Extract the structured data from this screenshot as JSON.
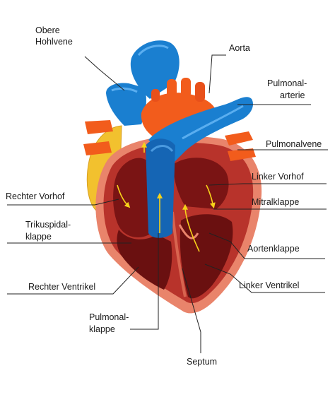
{
  "labels": {
    "obere_hohlvene_1": "Obere",
    "obere_hohlvene_2": "Hohlvene",
    "aorta": "Aorta",
    "pulmonalarterie_1": "Pulmonal-",
    "pulmonalarterie_2": "arterie",
    "pulmonalvene": "Pulmonalvene",
    "linker_vorhof": "Linker Vorhof",
    "mitralklappe": "Mitralklappe",
    "aortenklappe": "Aortenklappe",
    "linker_ventrikel": "Linker Ventrikel",
    "septum": "Septum",
    "pulmonalklappe_1": "Pulmonal-",
    "pulmonalklappe_2": "klappe",
    "rechter_ventrikel": "Rechter Ventrikel",
    "trikuspidalklappe_1": "Trikuspidal-",
    "trikuspidalklappe_2": "klappe",
    "rechter_vorhof": "Rechter Vorhof"
  },
  "colors": {
    "vein_blue": "#1a7fd0",
    "vein_blue_dark": "#0f5ea8",
    "artery_orange": "#f25c1c",
    "artery_red": "#e23a1a",
    "fat_yellow": "#f2c12e",
    "heart_outer": "#e9846b",
    "heart_wall": "#b8332b",
    "chamber_dark": "#7a1414",
    "arrow_yellow": "#f6d21a"
  }
}
